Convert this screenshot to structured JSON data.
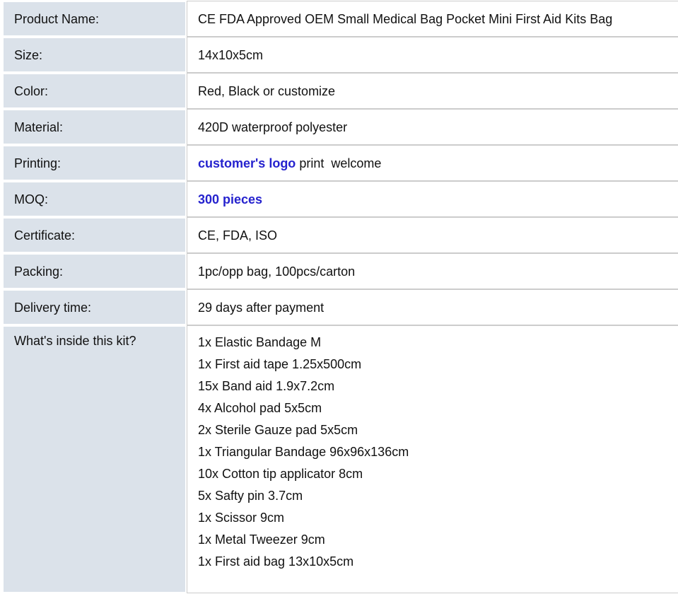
{
  "colors": {
    "label_bg": "#dbe2ea",
    "row_border": "#cccccc",
    "accent_blue": "#2522ce",
    "text": "#111111"
  },
  "table": {
    "rows": [
      {
        "label": "Product Name:",
        "value": "CE FDA Approved OEM Small Medical Bag Pocket Mini First Aid Kits Bag"
      },
      {
        "label": "Size:",
        "value": "14x10x5cm"
      },
      {
        "label": "Color:",
        "value": "Red, Black or customize"
      },
      {
        "label": "Material:",
        "value": "420D waterproof polyester"
      },
      {
        "label": "Printing:",
        "parts": [
          {
            "text": "customer's logo",
            "emphasis": true
          },
          {
            "text": " print  welcome",
            "emphasis": false
          }
        ]
      },
      {
        "label": "MOQ:",
        "parts": [
          {
            "text": "300 pieces",
            "emphasis": true
          }
        ]
      },
      {
        "label": "Certificate:",
        "value": "CE, FDA, ISO"
      },
      {
        "label": "Packing:",
        "value": "1pc/opp bag, 100pcs/carton"
      },
      {
        "label": "Delivery time:",
        "value": "29 days after payment"
      },
      {
        "label": "What's inside this kit?",
        "lines": [
          "1x Elastic Bandage M",
          "1x First aid tape 1.25x500cm",
          "15x Band aid 1.9x7.2cm",
          "4x Alcohol pad 5x5cm",
          "2x Sterile Gauze pad 5x5cm",
          "1x Triangular Bandage 96x96x136cm",
          "10x Cotton tip applicator 8cm",
          "5x Safty pin 3.7cm",
          "1x Scissor 9cm",
          "1x Metal Tweezer 9cm",
          "1x First aid bag 13x10x5cm"
        ]
      }
    ]
  }
}
